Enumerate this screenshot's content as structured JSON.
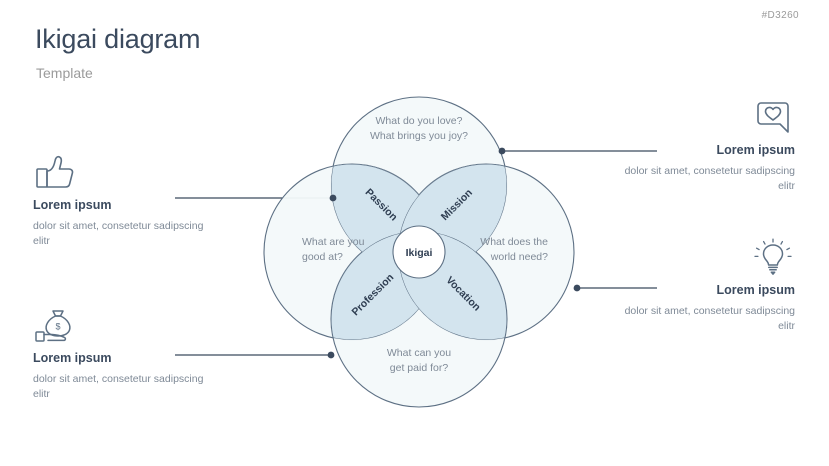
{
  "header": {
    "doc_code": "#D3260",
    "title": "Ikigai diagram",
    "subtitle": "Template"
  },
  "diagram": {
    "center_label": "Ikigai",
    "circles": [
      {
        "id": "love",
        "position": "top",
        "line1": "What do you love?",
        "line2": "What brings you joy?"
      },
      {
        "id": "good-at",
        "position": "left",
        "line1": "What are you",
        "line2": "good at?"
      },
      {
        "id": "world-need",
        "position": "right",
        "line1": "What does the",
        "line2": "world need?"
      },
      {
        "id": "paid-for",
        "position": "bottom",
        "line1": "What can you",
        "line2": "get paid for?"
      }
    ],
    "petals": [
      {
        "id": "passion",
        "label": "Passion",
        "position": "top-left"
      },
      {
        "id": "mission",
        "label": "Mission",
        "position": "top-right"
      },
      {
        "id": "profession",
        "label": "Profession",
        "position": "bottom-left"
      },
      {
        "id": "vocation",
        "label": "Vocation",
        "position": "bottom-right"
      }
    ],
    "colors": {
      "circle_fill": "#f3f9fa",
      "petal_fill": "#d3e4ee",
      "stroke": "#5d7084",
      "center_fill": "#ffffff",
      "connector": "#3b4a5e",
      "text_muted": "#7f8a97",
      "text_dark": "#2f3e52"
    }
  },
  "callouts": [
    {
      "id": "top-left",
      "icon": "thumbs-up-icon",
      "heading": "Lorem ipsum",
      "body": "dolor sit amet, consetetur sadipscing elitr"
    },
    {
      "id": "bottom-left",
      "icon": "money-bag-in-hand-icon",
      "heading": "Lorem ipsum",
      "body": "dolor sit amet, consetetur sadipscing elitr"
    },
    {
      "id": "top-right",
      "icon": "speech-bubble-heart-icon",
      "heading": "Lorem ipsum",
      "body": "dolor sit amet, consetetur sadipscing elitr"
    },
    {
      "id": "bottom-right",
      "icon": "lightbulb-icon",
      "heading": "Lorem ipsum",
      "body": "dolor sit amet, consetetur sadipscing elitr"
    }
  ]
}
